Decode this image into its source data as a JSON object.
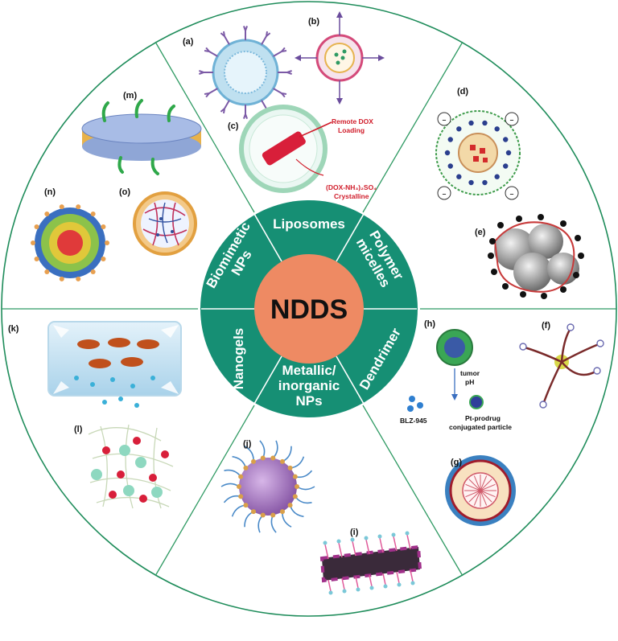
{
  "center": {
    "label": "NDDS",
    "color": "#ee8a63"
  },
  "ring_color": "#168f74",
  "sectors": [
    {
      "lines": [
        "Liposomes"
      ]
    },
    {
      "lines": [
        "Polymer",
        "micelles"
      ]
    },
    {
      "lines": [
        "Dendrimer"
      ]
    },
    {
      "lines": [
        "Metallic/",
        "inorganic",
        "NPs"
      ]
    },
    {
      "lines": [
        "Nanogels"
      ]
    },
    {
      "lines": [
        "Biomimetic",
        "NPs"
      ]
    }
  ],
  "panels": {
    "a": "(a)",
    "b": "(b)",
    "c": "(c)",
    "d": "(d)",
    "e": "(e)",
    "f": "(f)",
    "g": "(g)",
    "h": "(h)",
    "i": "(i)",
    "j": "(j)",
    "k": "(k)",
    "l": "(l)",
    "m": "(m)",
    "n": "(n)",
    "o": "(o)"
  },
  "annotations": {
    "remote_dox_1": "Remote DOX",
    "remote_dox_2": "Loading",
    "dox_crystal_1": "(DOX-NH₃)₂SO₄",
    "dox_crystal_2": "Crystalline",
    "tumor_1": "tumor",
    "tumor_2": "pH",
    "blz": "BLZ-945",
    "pt_1": "Pt-prodrug",
    "pt_2": "conjugated particle",
    "minus": "–"
  }
}
